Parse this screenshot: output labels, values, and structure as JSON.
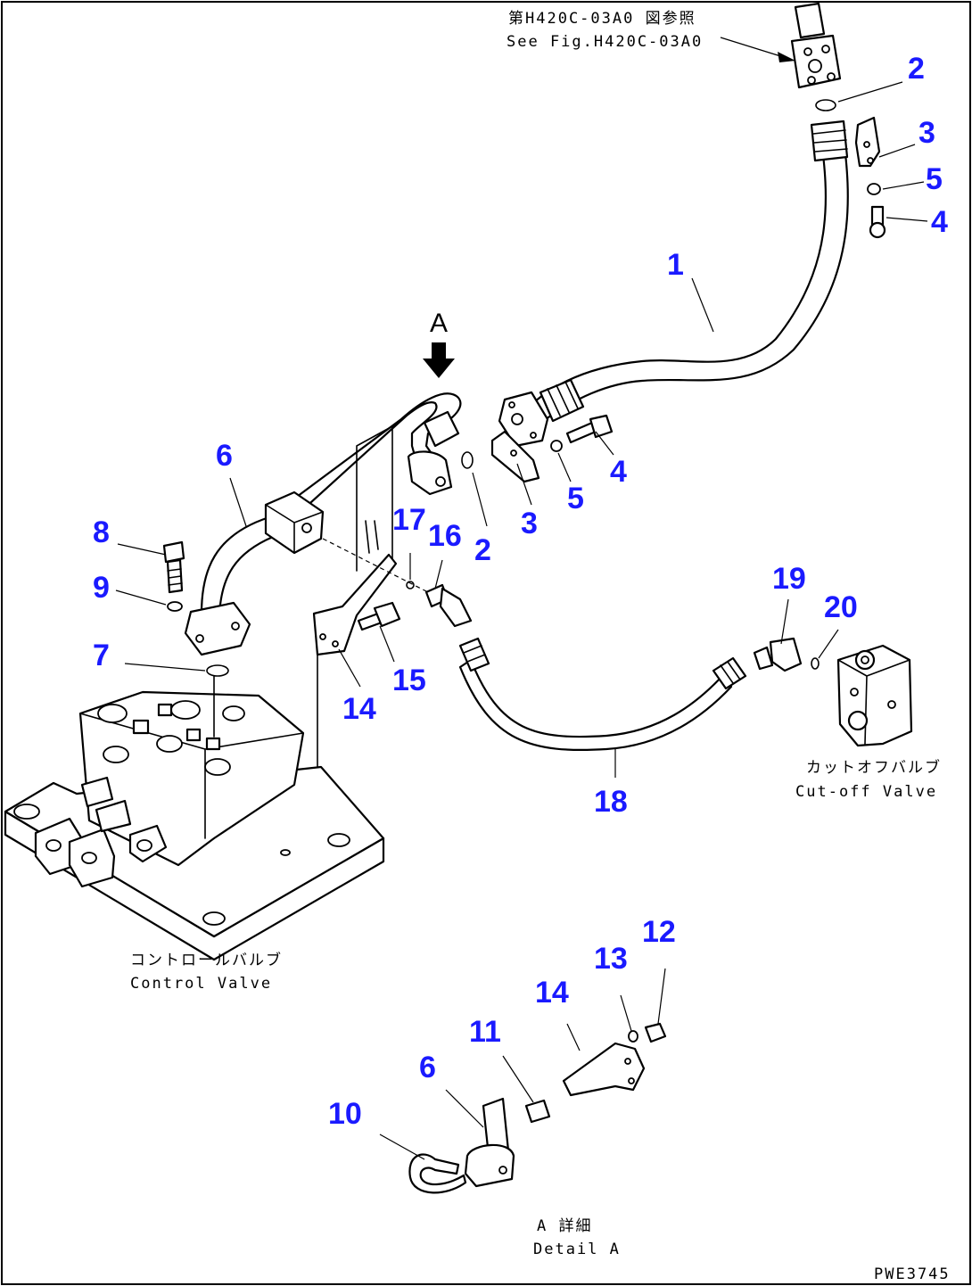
{
  "top_note": {
    "jp": "第H420C-03A0 図参照",
    "en": "See Fig.H420C-03A0"
  },
  "view_letter": "A",
  "callouts": [
    "1",
    "2",
    "3",
    "4",
    "5",
    "2",
    "3",
    "4",
    "5",
    "6",
    "7",
    "8",
    "9",
    "14",
    "15",
    "16",
    "17",
    "18",
    "19",
    "20",
    "6",
    "10",
    "11",
    "12",
    "13",
    "14"
  ],
  "labels": {
    "control_valve_jp": "コントロールバルブ",
    "control_valve_en": "Control Valve",
    "cutoff_valve_jp": "カットオフバルブ",
    "cutoff_valve_en": "Cut-off Valve",
    "detail_jp": "A 詳細",
    "detail_en": "Detail A",
    "drawing_code": "PWE3745"
  }
}
